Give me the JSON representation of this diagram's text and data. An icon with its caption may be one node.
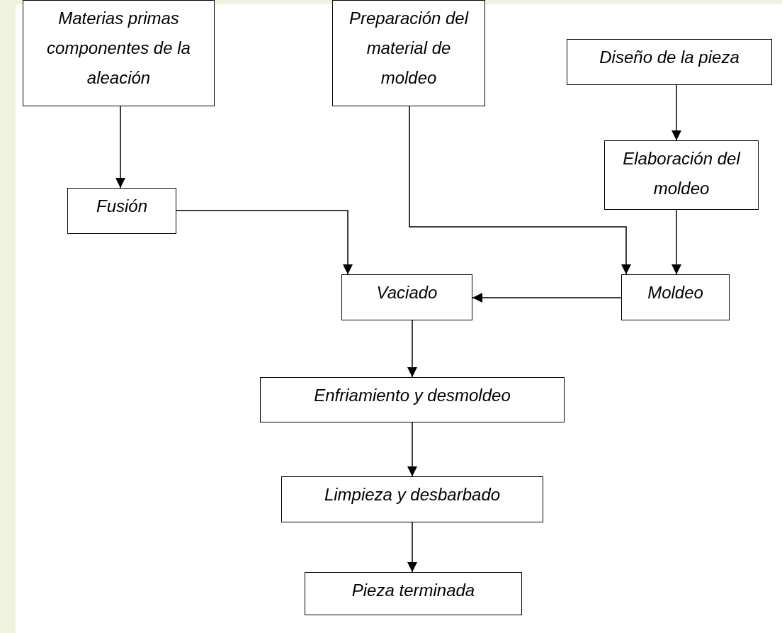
{
  "diagram": {
    "nodes": [
      {
        "text": [
          "Materias primas componentes de la aleación"
        ]
      },
      {
        "text": [
          "Preparación del material de moldeo"
        ]
      },
      {
        "text": [
          "Diseño de la pieza"
        ]
      },
      {
        "text": [
          "Fusión"
        ]
      },
      {
        "text": [
          "Elaboración del moldeo"
        ]
      },
      {
        "text": [
          "Vaciado"
        ]
      },
      {
        "text": [
          "Moldeo"
        ]
      },
      {
        "text": [
          "Enfriamiento y desmoldeo"
        ]
      },
      {
        "text": [
          "Limpieza y desbarbado"
        ]
      },
      {
        "text": [
          "Pieza terminada"
        ]
      }
    ],
    "edges": [
      {
        "from": 0,
        "to": 3,
        "arrow": "to"
      },
      {
        "from": 3,
        "to": 5,
        "arrow": "to"
      },
      {
        "from": 1,
        "to": 6,
        "arrow": "to"
      },
      {
        "from": 2,
        "to": 4,
        "arrow": "to"
      },
      {
        "from": 4,
        "to": 6,
        "arrow": "to"
      },
      {
        "from": 6,
        "to": 5,
        "arrow": "to"
      },
      {
        "from": 5,
        "to": 7,
        "arrow": "to"
      },
      {
        "from": 7,
        "to": 8,
        "arrow": "to"
      },
      {
        "from": 8,
        "to": 9,
        "arrow": "to"
      }
    ]
  }
}
